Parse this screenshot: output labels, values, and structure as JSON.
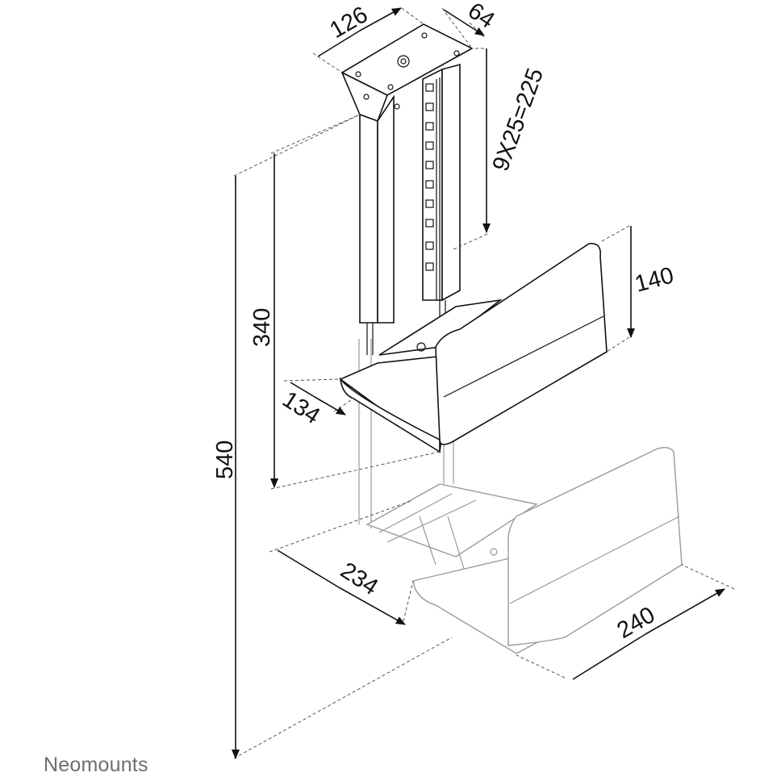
{
  "dimensions": {
    "top_width": "126",
    "top_depth": "64",
    "pitch": "9X25=225",
    "side_height": "140",
    "upper_height": "340",
    "overall_height": "540",
    "shelf_depth": "134",
    "min_width": "234",
    "max_width": "240"
  },
  "brand": "Neomounts",
  "colors": {
    "line": "#111111",
    "ghost": "#9a9a9a",
    "brand_text": "#6e6e6e"
  }
}
